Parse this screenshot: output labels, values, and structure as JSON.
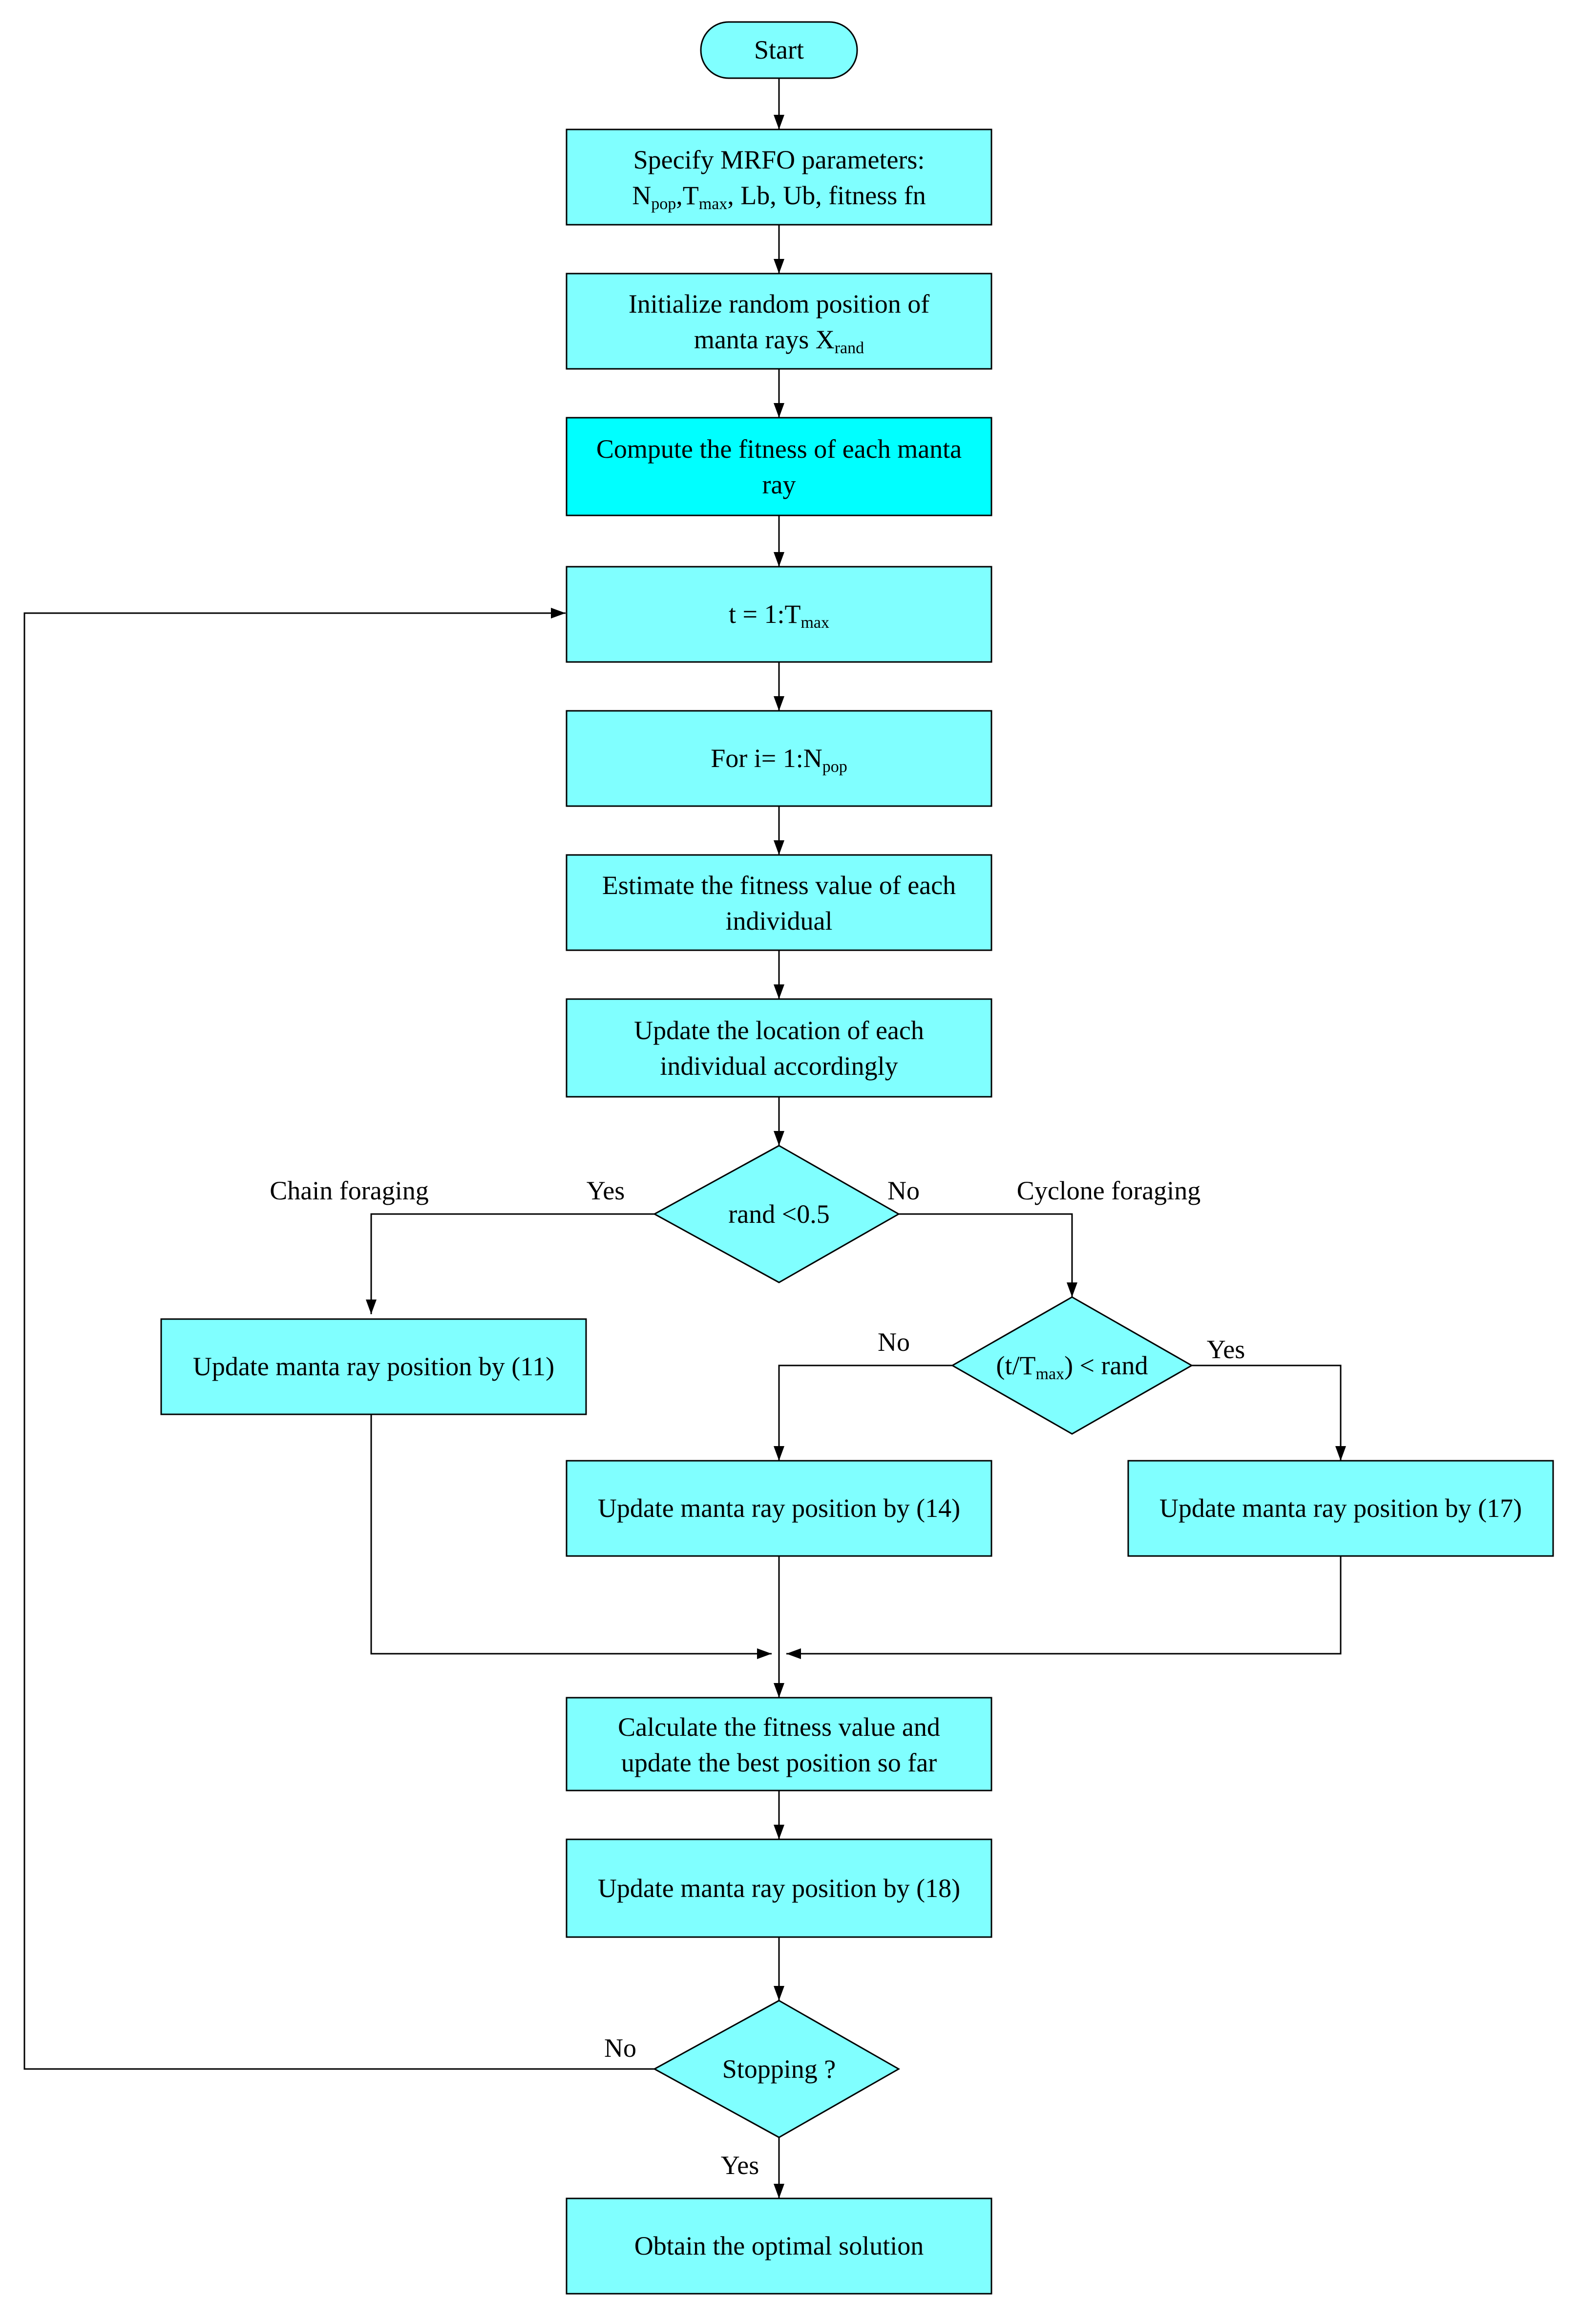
{
  "start": "Start",
  "specify": {
    "line1": "Specify MRFO parameters:",
    "n": "N",
    "n_sub": "pop",
    "comma1": ",",
    "t": "T",
    "t_sub": "max",
    "rest": ", Lb, Ub, fitness fn"
  },
  "init": {
    "line1": "Initialize random position of",
    "line2": "manta rays X",
    "line2_sub": "rand"
  },
  "compute": {
    "line1": "Compute the fitness of each manta",
    "line2": "ray"
  },
  "loop_t": {
    "text": "t = 1:T",
    "sub": "max"
  },
  "loop_i": {
    "text": "For i= 1:N",
    "sub": "pop"
  },
  "estimate": {
    "line1": "Estimate the fitness value of each",
    "line2": "individual"
  },
  "update_loc": {
    "line1": "Update the location of each",
    "line2": "individual accordingly"
  },
  "decision_rand": {
    "text": "rand <0.5",
    "yes": "Yes",
    "no": "No",
    "left_branch": "Chain foraging",
    "right_branch": "Cyclone foraging"
  },
  "update11": "Update manta ray position by (11)",
  "decision_t": {
    "open": "(t/T",
    "sub": "max",
    "close": ") < rand",
    "no": "No",
    "yes": "Yes"
  },
  "update14": "Update manta ray position by (14)",
  "update17": "Update manta ray position by (17)",
  "calc": {
    "line1": "Calculate the fitness value and",
    "line2": "update the best position so far"
  },
  "update18": "Update manta ray position by (18)",
  "stop": {
    "text": "Stopping ?",
    "no": "No",
    "yes": "Yes"
  },
  "optimal": "Obtain the optimal solution"
}
